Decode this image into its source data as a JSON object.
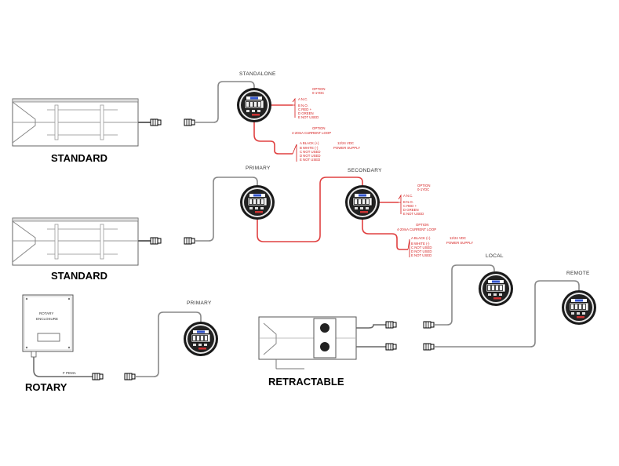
{
  "labels": {
    "standard_top": "STANDARD",
    "standard_mid": "STANDARD",
    "rotary": "ROTARY",
    "retractable": "RETRACTABLE",
    "standalone": "STANDALONE",
    "primary_mid": "PRIMARY",
    "secondary": "SECONDARY",
    "primary_low": "PRIMARY",
    "local": "LOCAL",
    "remote": "REMOTE",
    "rotary_enclosure_1": "ROTARY",
    "rotary_enclosure_2": "ENCLOSURE",
    "rotary_cable": "F PEMA"
  },
  "wiring_a": {
    "relay_title_1": "OPTION",
    "relay_title_2": "0-1YDC",
    "relay_lines": [
      "A  N.C.",
      "B  N.O.",
      "C  RED +",
      "D  GREEN",
      "E  NOT USED"
    ],
    "loop_title_1": "OPTION",
    "loop_title_2": "4-20mA CURRENT LOOP",
    "loop_lines": [
      "A  BLACK (+)",
      "B  WHITE (-)",
      "C  NOT USED",
      "D  NOT USED",
      "E  NOT USED"
    ],
    "power_1": "12/24 VDC",
    "power_2": "POWER SUPPLY"
  },
  "wiring_b": {
    "relay_title_1": "OPTION",
    "relay_title_2": "0-1YDC",
    "relay_lines": [
      "A  N.C.",
      "B  N.O.",
      "C  RED +",
      "D  GREEN",
      "E  NOT USED"
    ],
    "loop_title_1": "OPTION",
    "loop_title_2": "4-20mA CURRENT LOOP",
    "loop_lines": [
      "A  BLACK (+)",
      "B  WHITE (-)",
      "C  NOT USED",
      "D  NOT USED",
      "E  NOT USED"
    ],
    "power_1": "12/24 VDC",
    "power_2": "POWER SUPPLY"
  }
}
